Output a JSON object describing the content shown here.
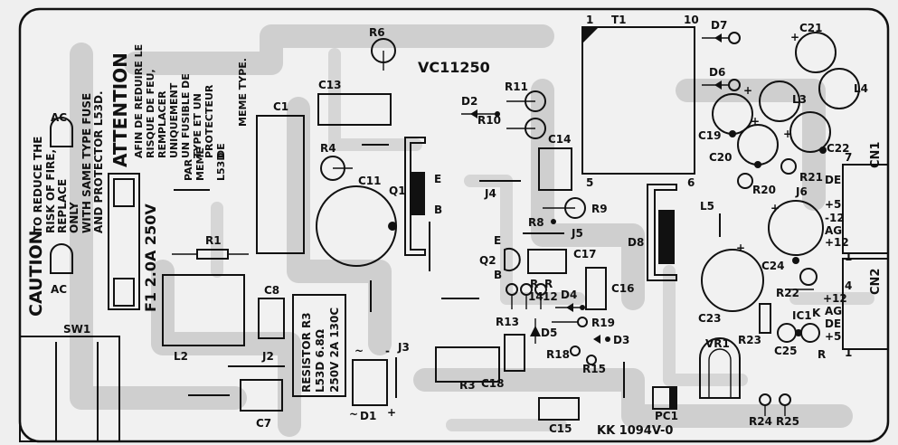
{
  "board": {
    "model": "VC11250",
    "part_no": "KK 1094V-0"
  },
  "caution": {
    "heading": "CAUTION",
    "line1": "TO REDUCE THE",
    "line2": "RISK OF FIRE,",
    "line3": "REPLACE",
    "line4": "ONLY",
    "line5": "WITH SAME TYPE FUSE",
    "line6": "AND PROTECTOR L53D."
  },
  "attention": {
    "heading": "ATTENTION",
    "line1": "AFIN DE REDUIRE LE",
    "line2": "RISQUE DE FEU,",
    "line3": "REMPLACER",
    "line4": "UNIQUEMENT",
    "line5": "UN FUSIBLE DE",
    "line6": "TYPE ET UN",
    "line7": "PROTECTEUR",
    "line8": "DE",
    "line9": "MEME TYPE.",
    "line10": "PAR",
    "line11": "MEME",
    "line12": "L53D"
  },
  "fuse": {
    "label": "F1 2.0A 250V"
  },
  "resistor_note": {
    "line1": "RESISTOR R3",
    "line2": "L53D 6.8Ω",
    "line3": "250V 2A 130C"
  },
  "labels": {
    "ac_top": "AC",
    "ac_bottom": "AC",
    "sw1": "SW1",
    "r1": "R1",
    "l2": "L2",
    "c8": "C8",
    "c7": "C7",
    "j2": "J2",
    "c1": "C1",
    "c13": "C13",
    "r6": "R6",
    "r4": "R4",
    "c11": "C11",
    "q1": "Q1",
    "q1_e": "E",
    "q1_b": "B",
    "d1": "D1",
    "d1_plus": "+",
    "d1_minus": "-",
    "d1_tilde1": "~",
    "d1_tilde2": "~",
    "j3": "J3",
    "r3": "R3",
    "c18": "C18",
    "c15": "C15",
    "d2": "D2",
    "r11": "R11",
    "r10": "R10",
    "c14": "C14",
    "j4": "J4",
    "r9": "R9",
    "r8": "R8",
    "j5": "J5",
    "q2": "Q2",
    "q2_e": "E",
    "q2_b": "B",
    "c17": "C17",
    "r14": "R",
    "r14b": "14",
    "r12": "R",
    "r12b": "12",
    "d4": "D4",
    "c16": "C16",
    "r13": "R13",
    "r19": "R19",
    "d5": "D5",
    "d3": "D3",
    "r18": "R18",
    "r15": "R15",
    "pc1": "PC1",
    "t1": "T1",
    "t1_p1": "1",
    "t1_p10": "10",
    "t1_p5": "5",
    "t1_p6": "6",
    "d7": "D7",
    "d6": "D6",
    "c21": "C21",
    "l3": "L3",
    "l4": "L4",
    "c19": "C19",
    "c20": "C20",
    "c22": "C22",
    "r21": "R21",
    "r20": "R20",
    "d8": "D8",
    "l5": "L5",
    "j6": "J6",
    "c24": "C24",
    "c23": "C23",
    "r22": "R22",
    "r23": "R23",
    "ic1": "IC1",
    "ic1_k": "K",
    "ic1_r": "R",
    "c25": "C25",
    "vr1": "VR1",
    "r24": "R24",
    "r25": "R25",
    "cn1": "CN1",
    "cn2": "CN2",
    "cn1_p7": "7",
    "cn1_p1": "1",
    "cn2_p4": "4",
    "cn2_p1": "1",
    "cn1_de": "DE",
    "cn1_p5": "+5",
    "cn1_m12": "-12",
    "cn1_ag": "AG",
    "cn1_p12": "+12",
    "cn2_p12": "+12",
    "cn2_ag": "AG",
    "cn2_de": "DE",
    "cn2_p5": "+5"
  },
  "colors": {
    "ink": "#111111",
    "board": "#efefef",
    "trace": "#cfcfcf"
  }
}
